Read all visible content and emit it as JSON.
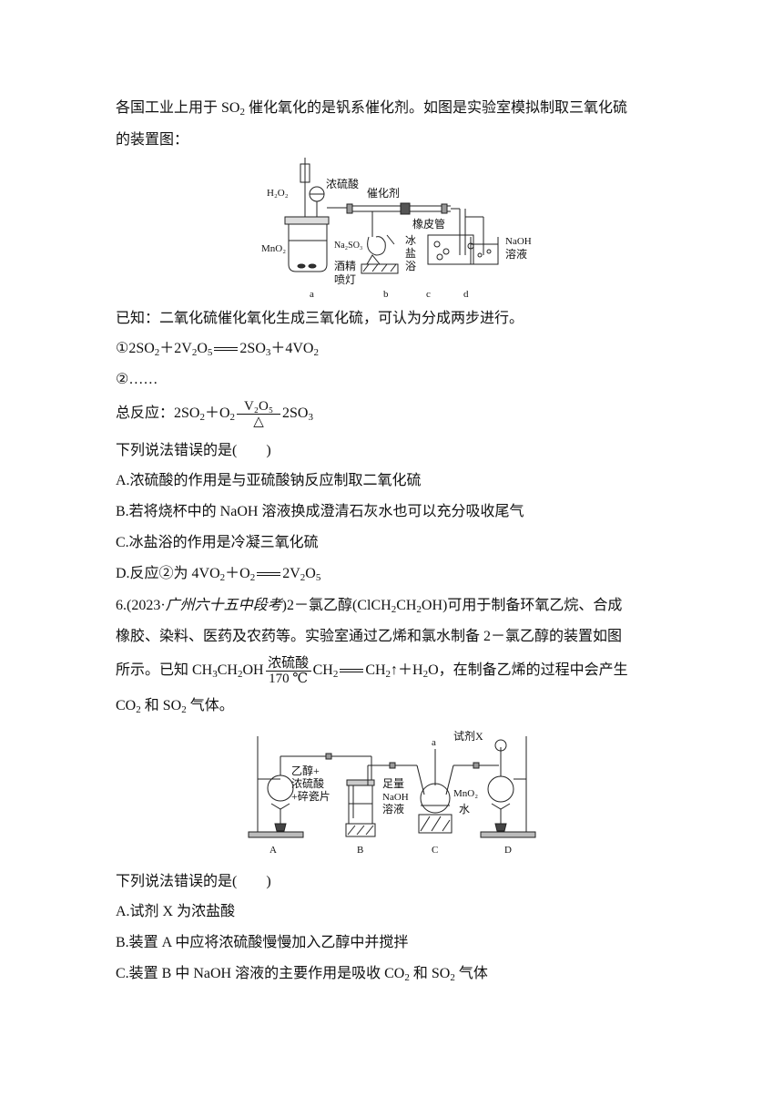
{
  "intro": {
    "line1": "各国工业上用于 SO₂ 催化氧化的是钒系催化剂。如图是实验室模拟制取三氧化硫",
    "line2": "的装置图："
  },
  "fig1": {
    "h2o2": "H₂O₂",
    "conc_h2so4": "浓硫酸",
    "catalyst": "催化剂",
    "rubber_tube": "橡皮管",
    "mno2": "MnO₂",
    "na2so3": "Na₂SO₃",
    "ice": "冰",
    "salt": "盐",
    "bath": "浴",
    "naoh": "NaOH",
    "solution": "溶液",
    "alcohol": "酒精",
    "lamp": "喷灯",
    "labels": [
      "a",
      "b",
      "c",
      "d"
    ]
  },
  "known": "已知：二氧化硫催化氧化生成三氧化硫，可认为分成两步进行。",
  "step1": {
    "prefix": "①2SO",
    "plus1": "＋2V",
    "mid1": "O",
    "eqsign": "══",
    "rhs": "2SO",
    "plus2": "＋4VO"
  },
  "step2": "②……",
  "total": {
    "prefix": "总反应：2SO",
    "plus": "＋O",
    "cond_top": "V₂O₅",
    "cond_bot": "△",
    "rhs": "2SO"
  },
  "q5": {
    "stem": "下列说法错误的是(　　)",
    "A": "A.浓硫酸的作用是与亚硫酸钠反应制取二氧化硫",
    "B": "B.若将烧杯中的 NaOH 溶液换成澄清石灰水也可以充分吸收尾气",
    "C": "C.冰盐浴的作用是冷凝三氧化硫",
    "D_prefix": "D.反应②为 4VO",
    "D_mid": "＋O",
    "D_rhs": "2V",
    "D_o": "O"
  },
  "q6": {
    "num": "6.(2023·",
    "source": "广州六十五中段考",
    "after_source": ")2－氯乙醇(ClCH",
    "line1_rest": "OH)可用于制备环氧乙烷、合成",
    "line2": "橡胶、染料、医药及农药等。实验室通过乙烯和氯水制备 2－氯乙醇的装置如图",
    "line3_prefix": "所示。已知 CH",
    "line3_ch2oh": "CH",
    "line3_oh": "OH",
    "cond_top": "浓硫酸",
    "cond_bot": "170 ℃",
    "line3_ch2": "CH",
    "line3_ch2b": "CH",
    "line3_tail": "↑＋H",
    "line3_o": "O，在制备乙烯的过程中会产生",
    "line4_co": "CO",
    "line4_and": " 和 SO",
    "line4_gas": " 气体。",
    "stem": "下列说法错误的是(　　)",
    "A": "A.试剂 X 为浓盐酸",
    "B": "B.装置 A 中应将浓硫酸慢慢加入乙醇中并搅拌",
    "C_prefix": "C.装置 B 中 NaOH 溶液的主要作用是吸收 CO",
    "C_mid": " 和 SO",
    "C_tail": " 气体"
  },
  "fig2": {
    "ethanol": "乙醇+",
    "conc_acid": "浓硫酸",
    "porcelain": "+碎瓷片",
    "enough": "足量",
    "naoh": "NaOH",
    "solution": "溶液",
    "a": "a",
    "reagent_x": "试剂X",
    "mno2": "MnO₂",
    "water": "水",
    "labels": [
      "A",
      "B",
      "C",
      "D"
    ]
  }
}
